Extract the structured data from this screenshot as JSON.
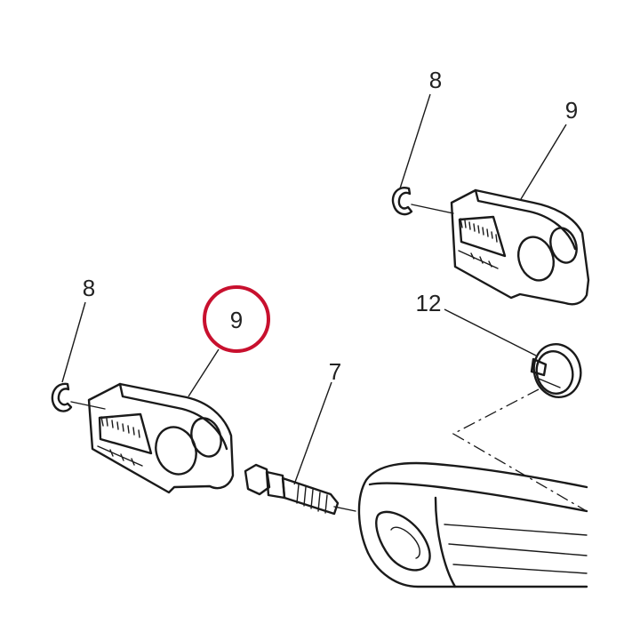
{
  "callouts": {
    "e_clip_right": "8",
    "adjuster_right": "9",
    "cap_right": "12",
    "e_clip_left": "8",
    "adjuster_left": "9",
    "adjust_bolt": "7"
  },
  "highlight": {
    "target_label": "9",
    "color": "#c8102e"
  }
}
